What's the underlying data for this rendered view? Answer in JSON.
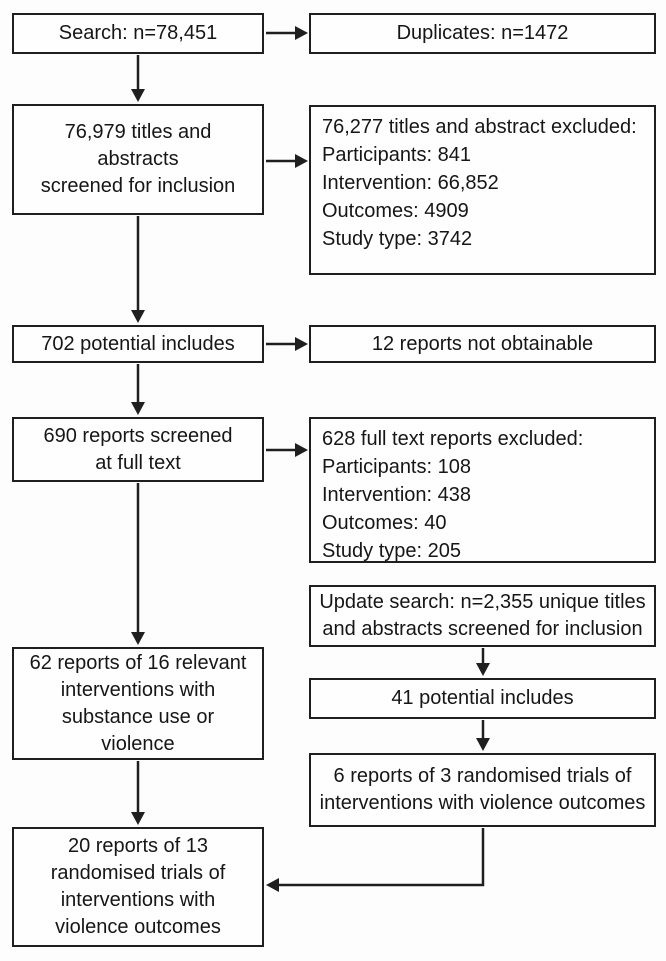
{
  "title": "Systematic review screening flow diagram",
  "colors": {
    "line": "#1f1f1f",
    "text": "#161616",
    "box_background": "#fefefe",
    "page_background": "#fdfdfd"
  },
  "boxes": {
    "search": "Search: n=78,451",
    "duplicates": "Duplicates: n=1472",
    "titles_screened": "76,979 titles and\nabstracts\nscreened for inclusion",
    "titles_excluded": "76,277 titles and abstract excluded:\nParticipants: 841\nIntervention: 66,852\nOutcomes: 4909\nStudy type: 3742",
    "potential_includes": "702 potential includes",
    "not_obtainable": "12 reports not obtainable",
    "fulltext_screened": "690 reports screened\nat full text",
    "fulltext_excluded": "628 full text reports excluded:\nParticipants: 108\nIntervention: 438\nOutcomes: 40\nStudy type: 205",
    "update_search": "Update search: n=2,355 unique titles\nand abstracts screened for inclusion",
    "relevant_reports": "62 reports of 16 relevant\ninterventions with\nsubstance use or\nviolence",
    "update_includes": "41 potential includes",
    "update_trials": "6 reports of 3 randomised trials of\ninterventions with violence outcomes",
    "final_trials": "20 reports of 13\nrandomised trials of\ninterventions with\nviolence outcomes"
  }
}
